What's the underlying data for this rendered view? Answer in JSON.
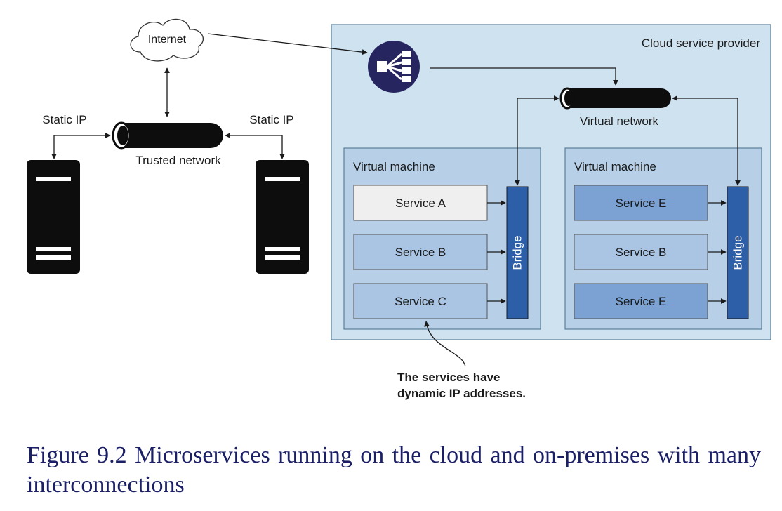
{
  "internet": {
    "label": "Internet"
  },
  "trusted_network": {
    "label": "Trusted network",
    "left_link_label": "Static IP",
    "right_link_label": "Static IP"
  },
  "cloud": {
    "label": "Cloud service provider",
    "load_balancer_icon": "load-balancer-icon",
    "virtual_network_label": "Virtual network",
    "vms": [
      {
        "label": "Virtual machine",
        "bridge_label": "Bridge",
        "services": [
          "Service A",
          "Service B",
          "Service C"
        ]
      },
      {
        "label": "Virtual machine",
        "bridge_label": "Bridge",
        "services": [
          "Service E",
          "Service B",
          "Service E"
        ]
      }
    ]
  },
  "callout": {
    "line1": "The services have",
    "line2": "dynamic IP addresses."
  },
  "caption": "Figure 9.2 Microservices running on the cloud and on-premises with many interconnections",
  "colors": {
    "cloud_fill": "#cfe2f0",
    "vm_fill": "#b7d0e8",
    "service_a_fill": "#efefef",
    "service_light_fill": "#a9c5e3",
    "service_dark_fill": "#7ba2d2",
    "bridge_fill": "#2d5ea8",
    "load_balancer_fill": "#272560",
    "caption_color": "#1a1f66"
  }
}
